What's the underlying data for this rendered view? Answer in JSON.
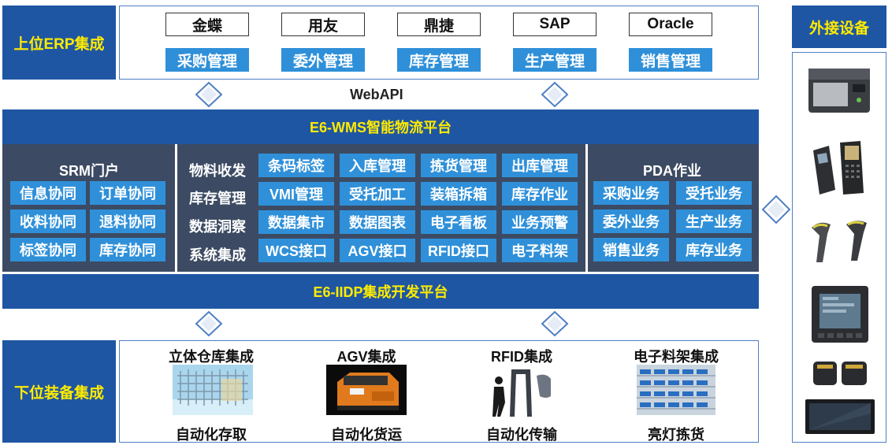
{
  "erp": {
    "label": "上位ERP集成",
    "systems": [
      "金蝶",
      "用友",
      "鼎捷",
      "SAP",
      "Oracle"
    ],
    "modules": [
      "采购管理",
      "委外管理",
      "库存管理",
      "生产管理",
      "销售管理"
    ]
  },
  "webapi": "WebAPI",
  "wms": {
    "title": "E6-WMS智能物流平台",
    "srm": {
      "title": "SRM门户",
      "cells": [
        "信息协同",
        "订单协同",
        "收料协同",
        "退料协同",
        "标签协同",
        "库存协同"
      ]
    },
    "center": {
      "rows": [
        {
          "label": "物料收发",
          "cells": [
            "条码标签",
            "入库管理",
            "拣货管理",
            "出库管理"
          ]
        },
        {
          "label": "库存管理",
          "cells": [
            "VMI管理",
            "受托加工",
            "装箱拆箱",
            "库存作业"
          ]
        },
        {
          "label": "数据洞察",
          "cells": [
            "数据集市",
            "数据图表",
            "电子看板",
            "业务预警"
          ]
        },
        {
          "label": "系统集成",
          "cells": [
            "WCS接口",
            "AGV接口",
            "RFID接口",
            "电子料架"
          ]
        }
      ]
    },
    "pda": {
      "title": "PDA作业",
      "cells": [
        "采购业务",
        "受托业务",
        "委外业务",
        "生产业务",
        "销售业务",
        "库存业务"
      ]
    }
  },
  "iidp": {
    "title": "E6-IIDP集成开发平台"
  },
  "lower": {
    "label": "下位装备集成",
    "items": [
      {
        "title": "立体仓库集成",
        "subtitle": "自动化存取"
      },
      {
        "title": "AGV集成",
        "subtitle": "自动化货运"
      },
      {
        "title": "RFID集成",
        "subtitle": "自动化传输"
      },
      {
        "title": "电子料架集成",
        "subtitle": "亮灯拣货"
      }
    ]
  },
  "external": {
    "label": "外接设备"
  },
  "colors": {
    "primary_blue": "#1f56a3",
    "cell_blue": "#2f90d9",
    "title_yellow": "#ffeb00",
    "dark_panel": "#3c4b63"
  }
}
